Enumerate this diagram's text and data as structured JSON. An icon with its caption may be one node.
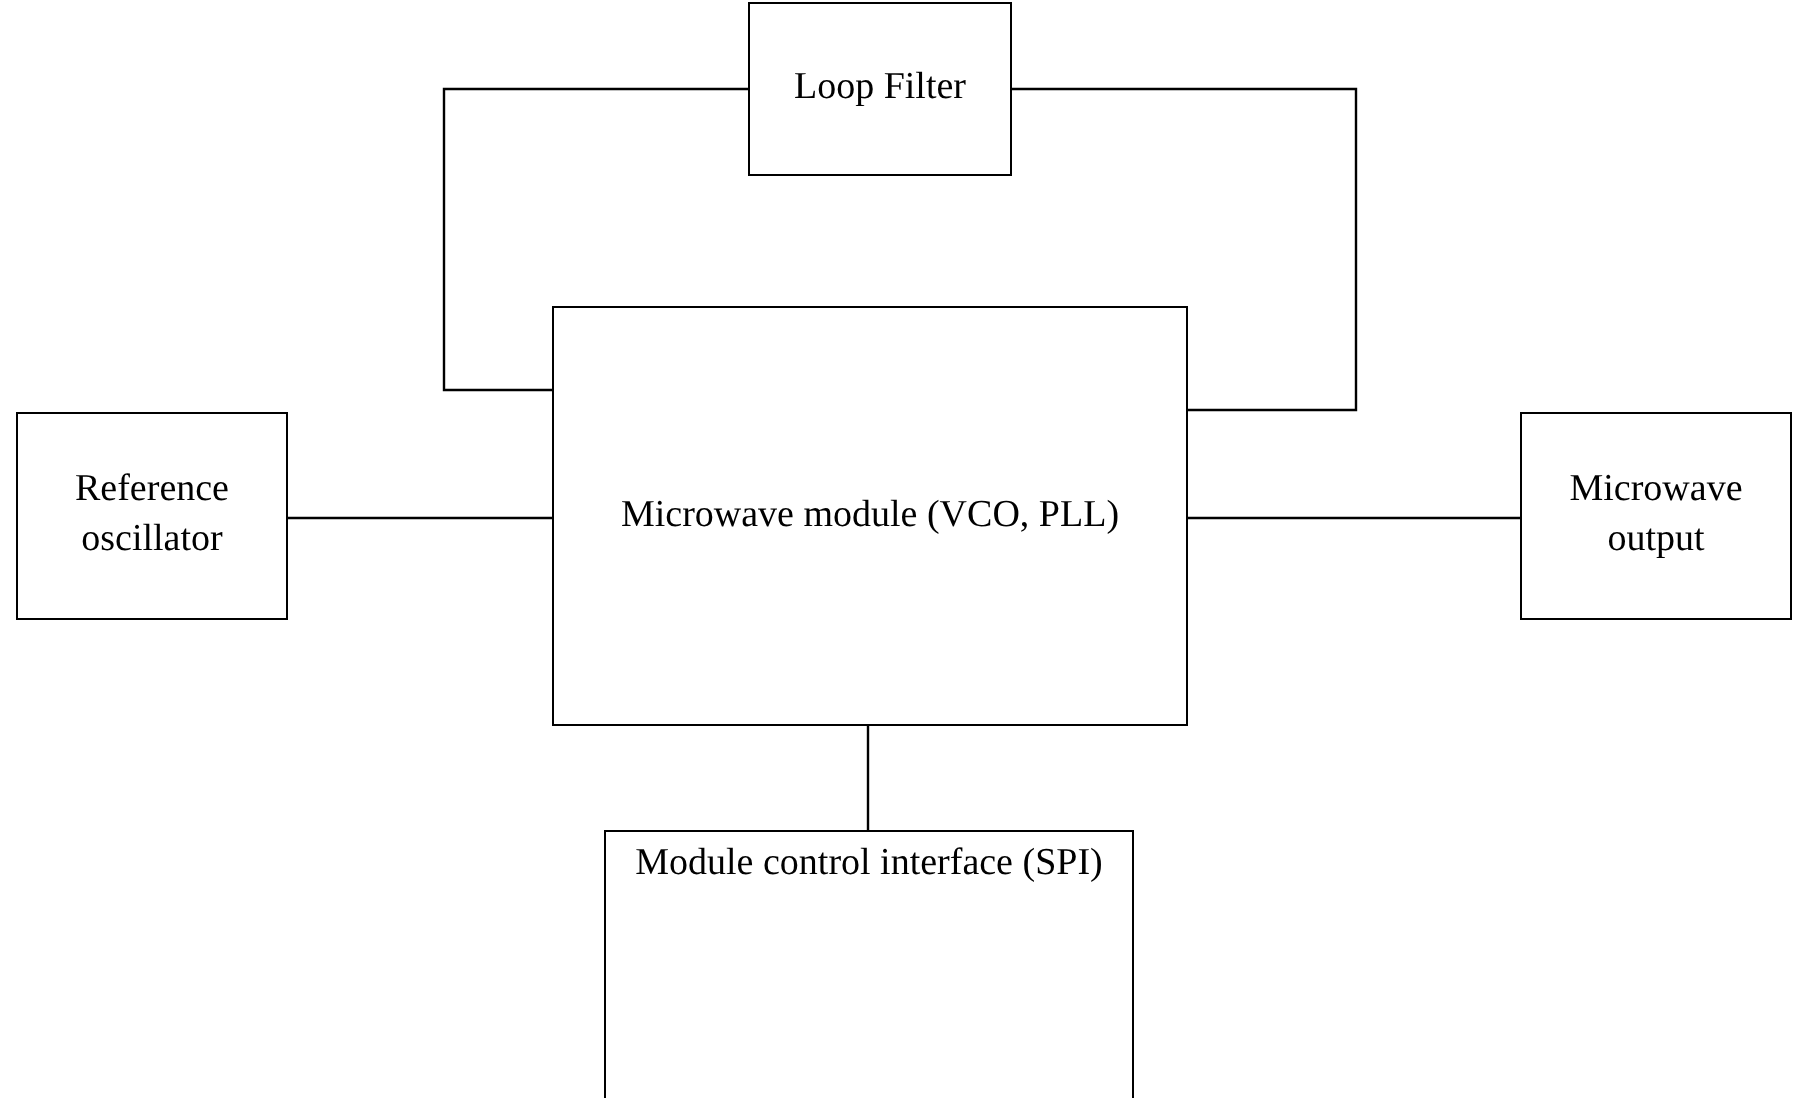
{
  "diagram": {
    "nodes": [
      {
        "text": [
          "Loop Filter"
        ]
      },
      {
        "text": [
          "Microwave module (VCO, PLL)"
        ]
      },
      {
        "text": [
          "Reference oscillator"
        ]
      },
      {
        "text": [
          "Microwave output"
        ]
      },
      {
        "text": [
          "Module control interface (SPI)"
        ]
      }
    ],
    "edges": [
      {
        "from": 0,
        "to": 1,
        "arrow": "none"
      },
      {
        "from": 0,
        "to": 1,
        "arrow": "none"
      },
      {
        "from": 2,
        "to": 1,
        "arrow": "none"
      },
      {
        "from": 1,
        "to": 3,
        "arrow": "none"
      },
      {
        "from": 1,
        "to": 4,
        "arrow": "none"
      }
    ]
  }
}
